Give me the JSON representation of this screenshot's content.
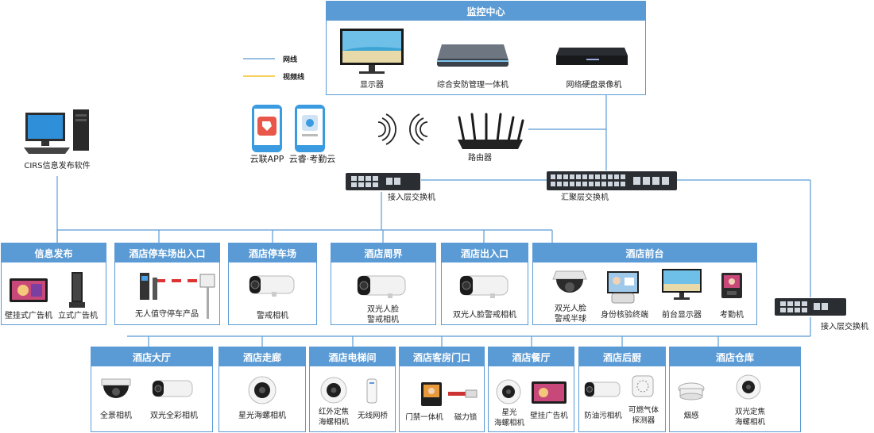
{
  "colors": {
    "network_line": "#5b9bd5",
    "video_line": "#f0b400",
    "header": "#5b9bd5"
  },
  "legend": {
    "network": "网线",
    "video": "视频线"
  },
  "monitor_center": {
    "title": "监控中心",
    "display": "显示器",
    "integrated": "综合安防管理一体机",
    "nvr": "网络硬盘录像机"
  },
  "apps": {
    "yunlian": "云联APP",
    "yunrui": "云睿·考勤云"
  },
  "router": "路由器",
  "cirs": "CIRS信息发布软件",
  "access_switch": "接入层交换机",
  "aggregation_switch": "汇聚层交换机",
  "access_switch_right": "接入层交换机",
  "sections_top": [
    {
      "title": "信息发布",
      "devices": [
        "壁挂式广告机",
        "立式广告机"
      ]
    },
    {
      "title": "酒店停车场出入口",
      "devices": [
        "无人值守停车产品"
      ]
    },
    {
      "title": "酒店停车场",
      "devices": [
        "警戒相机"
      ]
    },
    {
      "title": "酒店周界",
      "devices": [
        "双光人脸\n警戒相机"
      ]
    },
    {
      "title": "酒店出入口",
      "devices": [
        "双光人脸警戒相机"
      ]
    },
    {
      "title": "酒店前台",
      "devices": [
        "双光人脸\n警戒半球",
        "身份核验终端",
        "前台显示器",
        "考勤机"
      ]
    }
  ],
  "sections_bottom": [
    {
      "title": "酒店大厅",
      "devices": [
        "全景相机",
        "双光全彩相机"
      ]
    },
    {
      "title": "酒店走廊",
      "devices": [
        "星光海螺相机"
      ]
    },
    {
      "title": "酒店电梯间",
      "devices": [
        "红外定焦\n海螺相机",
        "无线网桥"
      ]
    },
    {
      "title": "酒店客房门口",
      "devices": [
        "门禁一体机",
        "磁力锁"
      ]
    },
    {
      "title": "酒店餐厅",
      "devices": [
        "星光\n海螺相机",
        "壁挂广告机"
      ]
    },
    {
      "title": "酒店后厨",
      "devices": [
        "防油污相机",
        "可燃气体\n探测器"
      ]
    },
    {
      "title": "酒店仓库",
      "devices": [
        "烟感",
        "双光定焦\n海螺相机"
      ]
    }
  ]
}
